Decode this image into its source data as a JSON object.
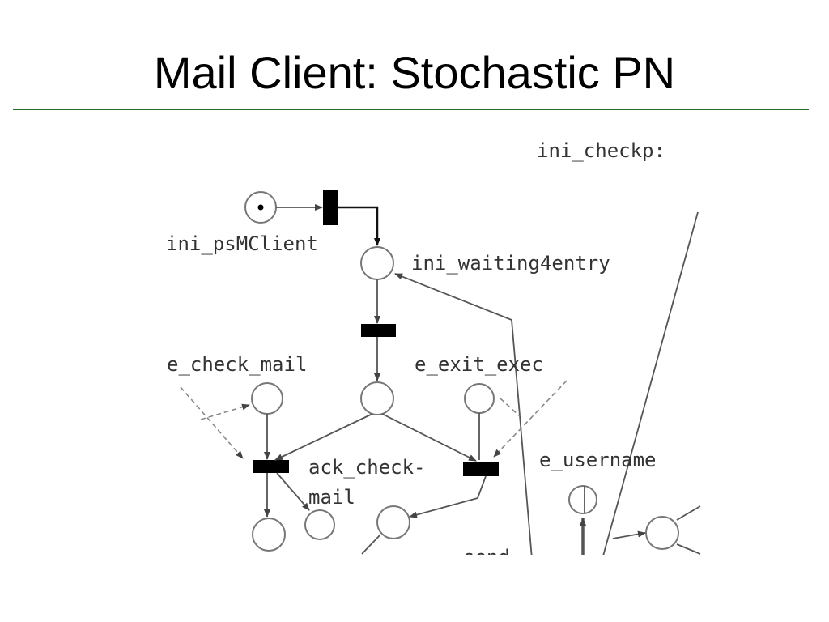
{
  "slide": {
    "title": "Mail Client: Stochastic PN"
  },
  "diagram": {
    "labels": {
      "ini_checkp": "ini_checkp:",
      "ini_psMClient": "ini_psMClient",
      "ini_waiting4entry": "ini_waiting4entry",
      "e_check_mail": "e_check_mail",
      "e_exit_exec": "e_exit_exec",
      "ack_check_line1": "ack_check-",
      "ack_check_line2": "mail",
      "e_username": "e_username",
      "cut_label": "send"
    },
    "colors": {
      "title_rule": "#2e6b2e",
      "arc": "#666666",
      "transition": "#000000"
    }
  }
}
